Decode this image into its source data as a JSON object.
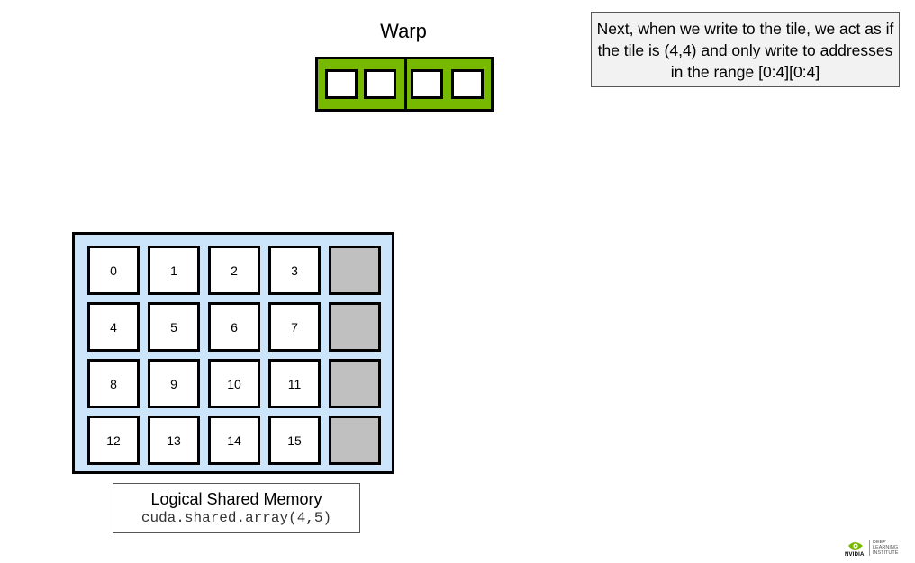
{
  "warp": {
    "title": "Warp",
    "lane_count": 4,
    "color": "#76b900"
  },
  "callout": {
    "text": "Next, when we write to the tile, we act as if the tile is (4,4) and only write to addresses in the range [0:4][0:4]"
  },
  "shared_memory": {
    "rows": 4,
    "cols": 5,
    "background": "#cce5fb",
    "pad_color": "#c0c0c0",
    "cells": [
      [
        "0",
        "1",
        "2",
        "3",
        ""
      ],
      [
        "4",
        "5",
        "6",
        "7",
        ""
      ],
      [
        "8",
        "9",
        "10",
        "11",
        ""
      ],
      [
        "12",
        "13",
        "14",
        "15",
        ""
      ]
    ]
  },
  "label": {
    "title": "Logical Shared Memory",
    "code": "cuda.shared.array(4,5)"
  },
  "logo": {
    "brand": "NVIDIA",
    "line1": "DEEP",
    "line2": "LEARNING",
    "line3": "INSTITUTE",
    "color": "#76b900"
  }
}
